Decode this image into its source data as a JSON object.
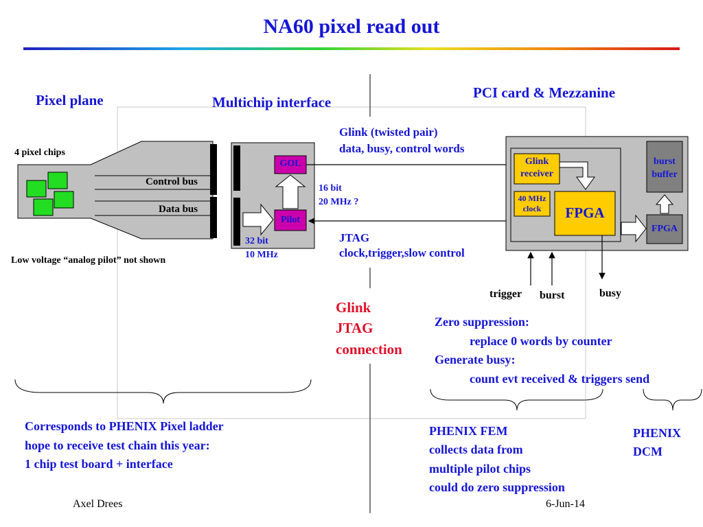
{
  "title": "NA60 pixel read out",
  "headings": {
    "pixel_plane": "Pixel plane",
    "multichip_interface": "Multichip interface",
    "pci_card": "PCI card & Mezzanine"
  },
  "pixel_plane": {
    "chips_label": "4 pixel chips",
    "control_bus": "Control bus",
    "data_bus": "Data bus",
    "note": "Low voltage “analog pilot” not shown"
  },
  "interface": {
    "gol": "GOL",
    "pilot": "Pilot",
    "rate_16": "16 bit",
    "rate_20mhz": "20 MHz ?",
    "rate_32": "32 bit",
    "rate_10mhz": "10 MHz"
  },
  "links": {
    "glink_line1": "Glink (twisted pair)",
    "glink_line2": "data, busy, control words",
    "jtag_line1": "JTAG",
    "jtag_line2": "clock,trigger,slow control",
    "connection_line1": "Glink",
    "connection_line2": "JTAG",
    "connection_line3": "connection"
  },
  "pci": {
    "glink_receiver_line1": "Glink",
    "glink_receiver_line2": "receiver",
    "clock_line1": "40 MHz",
    "clock_line2": "clock",
    "fpga_main": "FPGA",
    "burst_buffer_line1": "burst",
    "burst_buffer_line2": "buffer",
    "fpga_mezz": "FPGA",
    "trigger": "trigger",
    "burst": "burst",
    "busy": "busy"
  },
  "features": {
    "zero_supp": "Zero suppression:",
    "replace": "replace 0 words by counter",
    "generate_busy": "Generate busy:",
    "count": "count evt received & triggers send"
  },
  "bottom": {
    "left_line1": "Corresponds to PHENIX Pixel ladder",
    "left_line2": "hope to receive test chain this year:",
    "left_line3": "1 chip test board + interface",
    "fem_line1": "PHENIX FEM",
    "fem_line2": "collects data from",
    "fem_line3": "multiple pilot chips",
    "fem_line4": "could do zero suppression",
    "dcm_line1": "PHENIX",
    "dcm_line2": "DCM"
  },
  "footer": {
    "author": "Axel Drees",
    "date": "6-Jun-14"
  },
  "colors": {
    "title_blue": "#1515d6",
    "red": "#e0102a",
    "chip_green": "#22dd22",
    "box_magenta": "#cc00aa",
    "fpga_yellow": "#ffcc00",
    "panel_gray": "#c0c0c0",
    "dark_gray": "#808080"
  }
}
